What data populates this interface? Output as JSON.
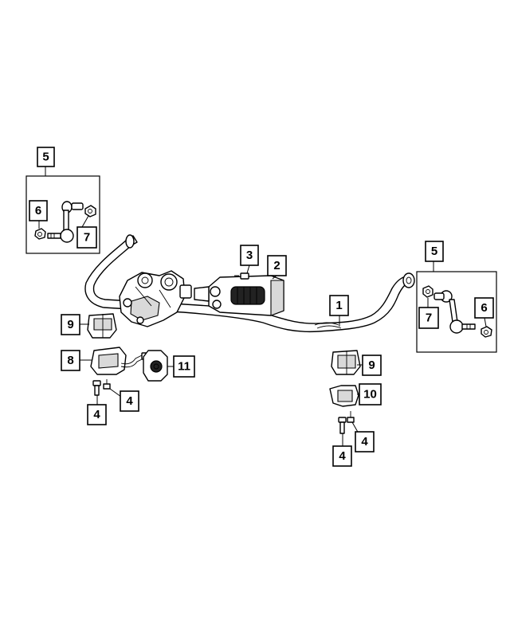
{
  "callouts": {
    "c1": "1",
    "c2": "2",
    "c3": "3",
    "c4a": "4",
    "c4b": "4",
    "c4c": "4",
    "c4d": "4",
    "c5left": "5",
    "c5right": "5",
    "c6left": "6",
    "c6right": "6",
    "c7left": "7",
    "c7right": "7",
    "c8": "8",
    "c9left": "9",
    "c9right": "9",
    "c10": "10",
    "c11": "11"
  }
}
